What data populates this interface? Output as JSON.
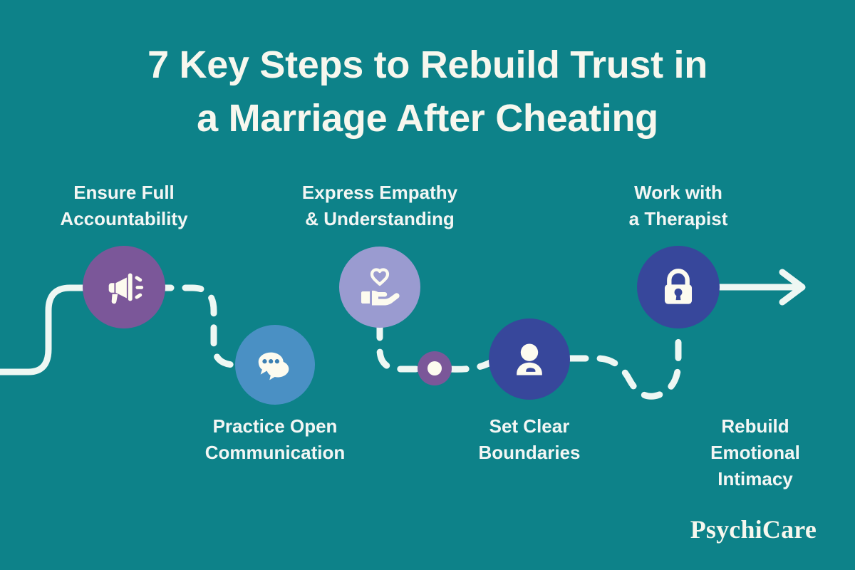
{
  "theme": {
    "background": "#0d8289",
    "text_light": "#f3f6f4",
    "path_color": "#eef7f3",
    "icon_fill": "#fdfbef"
  },
  "header": {
    "title_line_1": "7 Key Steps to Rebuild Trust in",
    "title_line_2": "a Marriage After Cheating"
  },
  "brand": {
    "logo_text": "PsychiCare"
  },
  "flow": {
    "start_marker": "solid-line-start",
    "end_marker": "arrow-head-right",
    "connector_style": "dashed"
  },
  "steps": [
    {
      "index": 1,
      "label": "Ensure Full\nAccountability",
      "icon": "megaphone-icon",
      "circle_color": "#7b5799",
      "label_position": "above"
    },
    {
      "index": 2,
      "label": "Practice Open\nCommunication",
      "icon": "chat-bubbles-icon",
      "circle_color": "#4a90c4",
      "label_position": "below"
    },
    {
      "index": 3,
      "label": "Express Empathy\n& Understanding",
      "icon": "hand-heart-icon",
      "circle_color": "#9a9bd0",
      "label_position": "above"
    },
    {
      "index": 4,
      "label": "Set Clear\nBoundaries",
      "icon": "person-icon",
      "circle_color": "#37479b",
      "label_position": "below"
    },
    {
      "index": 5,
      "label": "Work with\na Therapist",
      "icon": "padlock-icon",
      "circle_color": "#37479b",
      "label_position": "above"
    },
    {
      "index": 6,
      "label": "Rebuild\nEmotional\nIntimacy",
      "icon": "none",
      "circle_color": "",
      "label_position": "below"
    }
  ],
  "waypoint": {
    "name": "path-node-dot",
    "outer_color": "#7b5799",
    "inner_color": "#fdfbef"
  }
}
